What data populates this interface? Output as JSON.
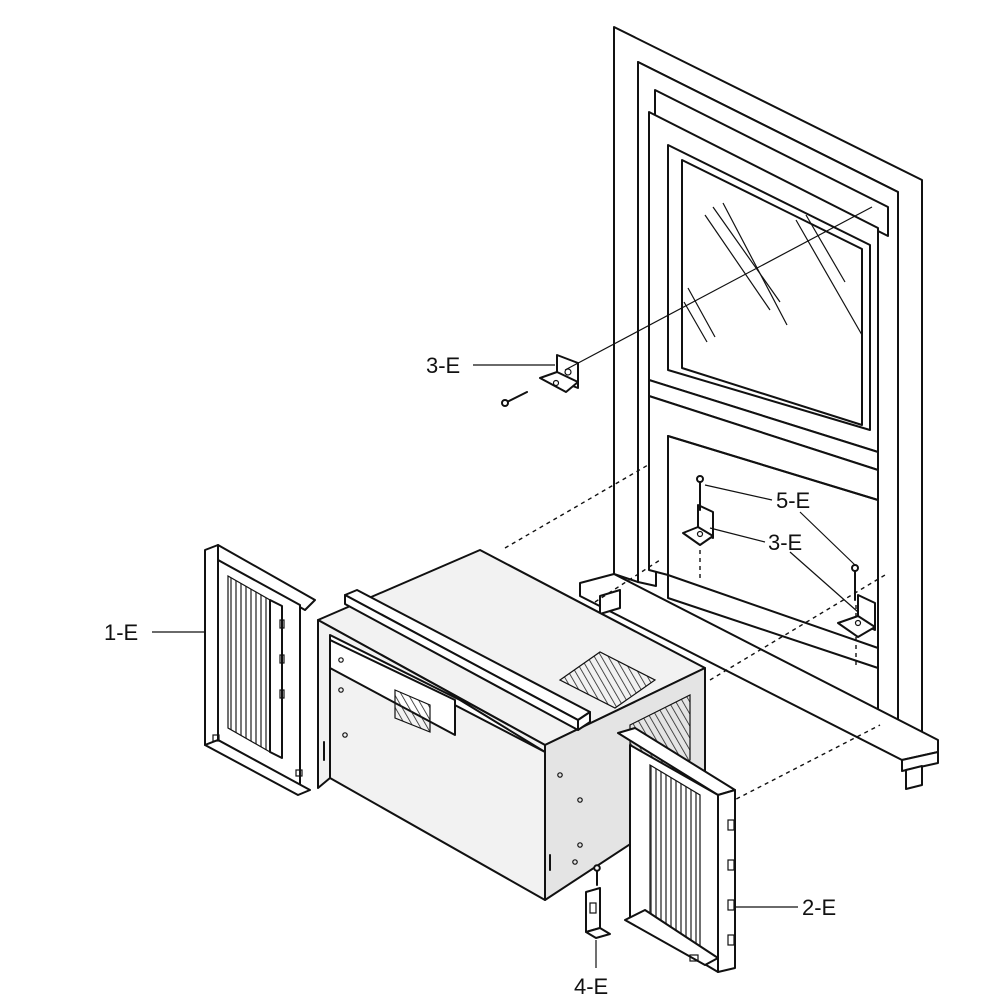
{
  "diagram": {
    "callouts": [
      {
        "id": "1-E",
        "label": "1-E"
      },
      {
        "id": "2-E",
        "label": "2-E"
      },
      {
        "id": "3-E-upper",
        "label": "3-E"
      },
      {
        "id": "3-E-lower",
        "label": "3-E"
      },
      {
        "id": "4-E",
        "label": "4-E"
      },
      {
        "id": "5-E",
        "label": "5-E"
      }
    ]
  }
}
